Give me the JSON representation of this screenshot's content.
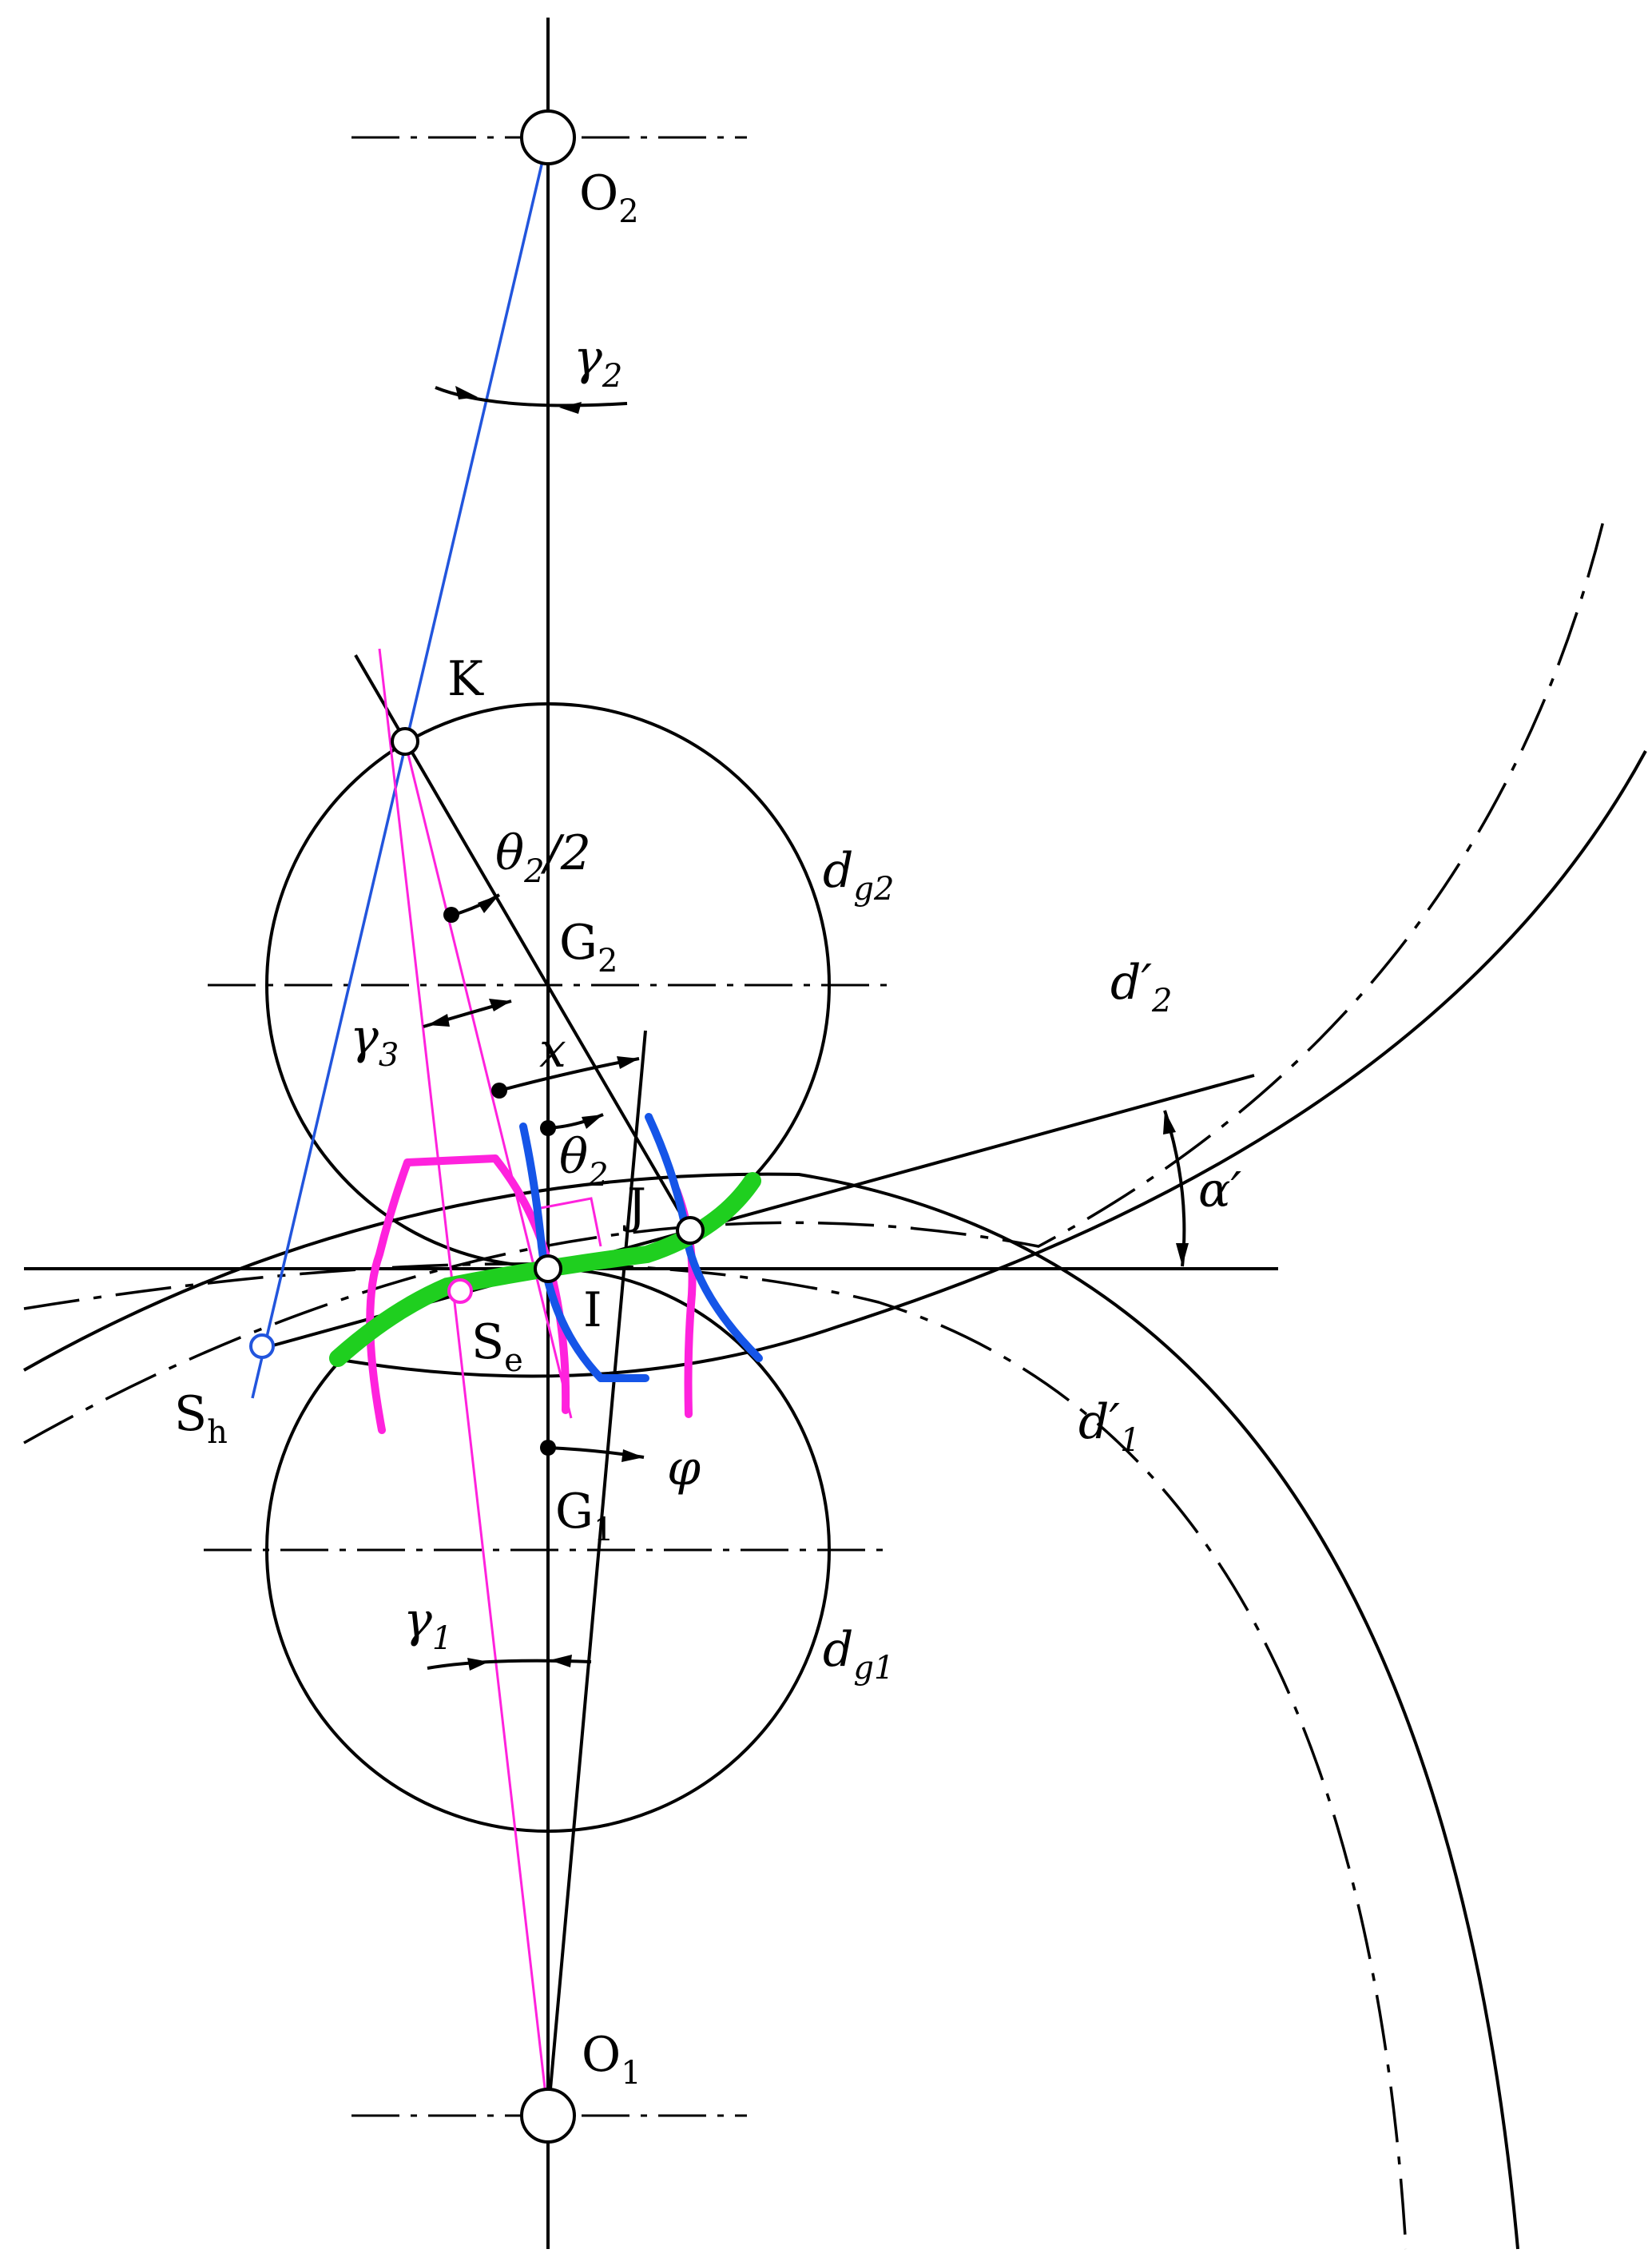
{
  "labels": {
    "O2": "O",
    "O2_sub": "2",
    "O1": "O",
    "O1_sub": "1",
    "G2": "G",
    "G2_sub": "2",
    "G1": "G",
    "G1_sub": "1",
    "K": "K",
    "J": "J",
    "I": "I",
    "Se": "S",
    "Se_sub": "e",
    "Sh": "S",
    "Sh_sub": "h",
    "gamma2": "γ",
    "gamma2_sub": "2",
    "gamma3": "γ",
    "gamma3_sub": "3",
    "gamma1": "γ",
    "gamma1_sub": "1",
    "theta2_half": "θ",
    "theta2_half_sub": "2",
    "theta2_half_tail": "/2",
    "theta2": "θ",
    "theta2_sub": "2",
    "x": "x",
    "phi": "φ",
    "alpha": "α′",
    "dg2": "d",
    "dg2_sub": "g2",
    "dg1": "d",
    "dg1_sub": "g1",
    "d2": "d′",
    "d2_sub": "2",
    "d1": "d′",
    "d1_sub": "1"
  },
  "colors": {
    "blue": "#2255dd",
    "magenta": "#ff22dd",
    "green": "#1fcf1f",
    "line": "#000000"
  }
}
